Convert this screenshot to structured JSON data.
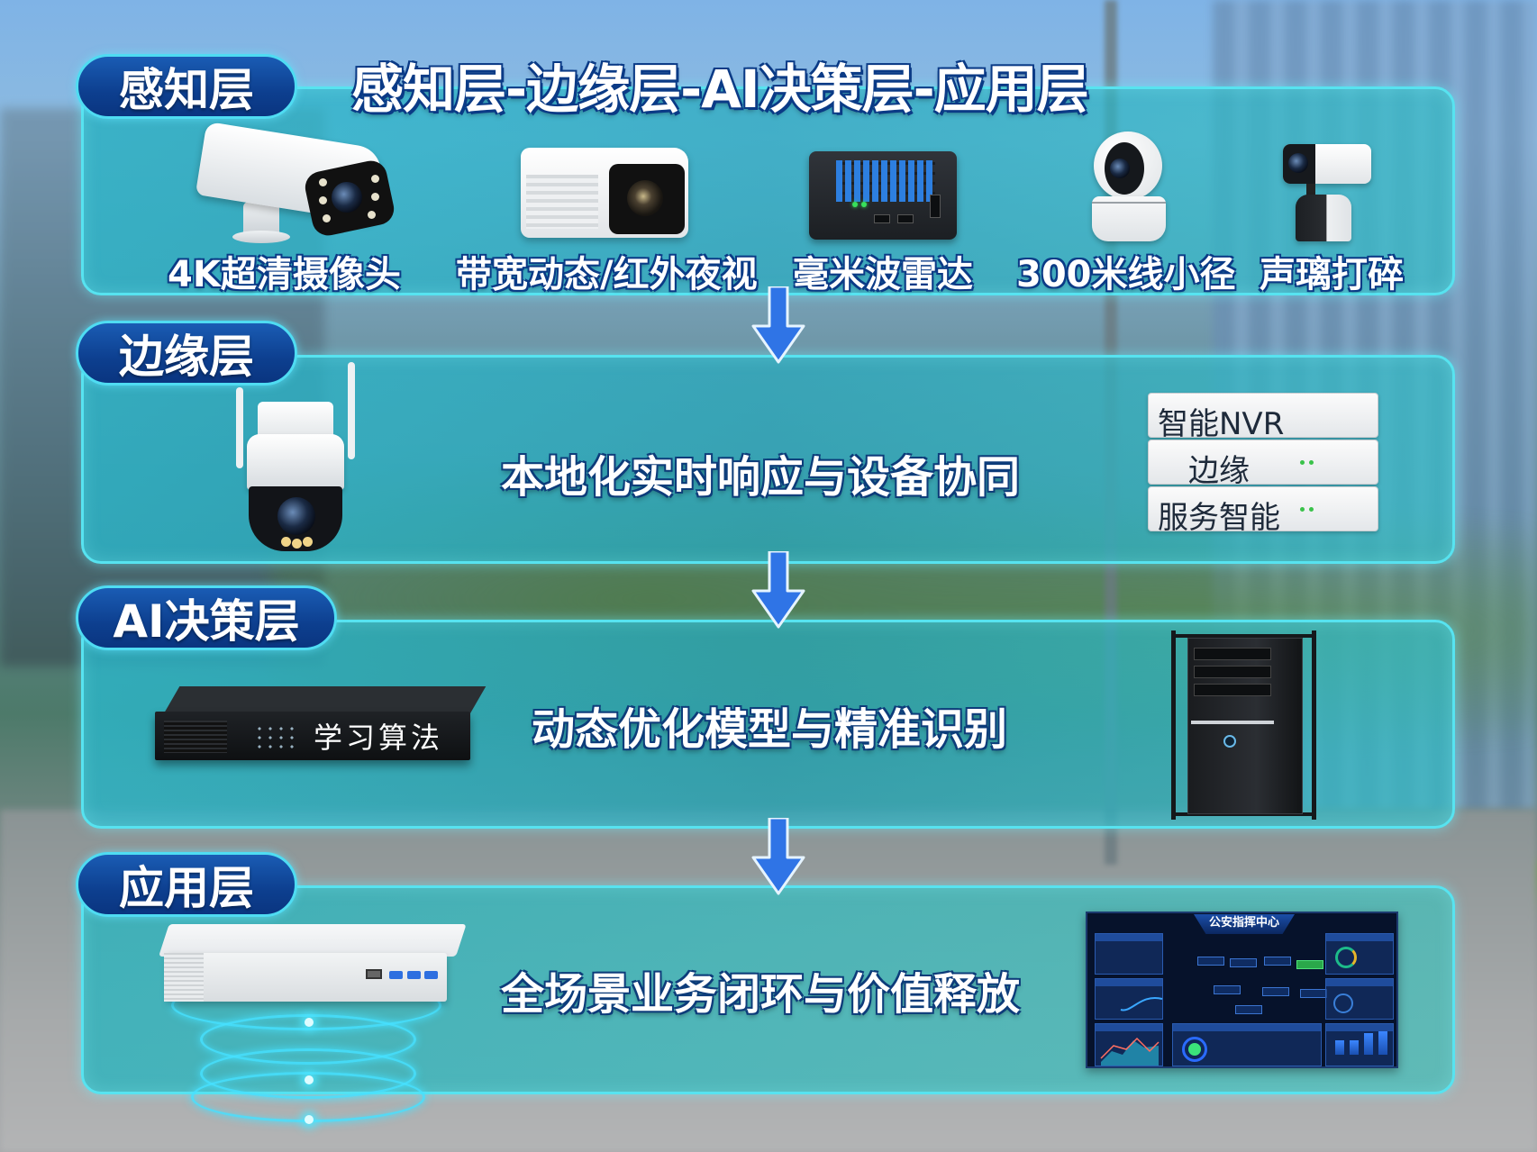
{
  "diagram": {
    "title": "感知层-边缘层-AI决策层-应用层",
    "flow_arrow_icon": "arrow-down-icon",
    "layers": [
      {
        "id": "perception",
        "label": "感知层",
        "devices": [
          {
            "label": "4K超清摄像头",
            "icon": "bullet-camera-icon"
          },
          {
            "label": "带宽动态/红外夜视",
            "icon": "box-camera-icon"
          },
          {
            "label": "毫米波雷达",
            "icon": "radar-device-icon"
          },
          {
            "label": "300米线小径",
            "icon": "dome-camera-icon"
          },
          {
            "label": "声璃打碎",
            "icon": "compact-camera-icon"
          }
        ]
      },
      {
        "id": "edge",
        "label": "边缘层",
        "description": "本地化实时响应与设备协同",
        "devices": [
          {
            "label": "",
            "icon": "ptz-camera-icon"
          },
          {
            "label": "",
            "icon": "nvr-stack-icon",
            "lines": [
              "智能NVR",
              "边缘",
              "服务智能"
            ]
          }
        ]
      },
      {
        "id": "ai-decision",
        "label": "AI决策层",
        "description": "动态优化模型与精准识别",
        "devices": [
          {
            "label": "学习算法",
            "icon": "rack-server-icon"
          },
          {
            "label": "",
            "icon": "tower-server-icon"
          }
        ]
      },
      {
        "id": "application",
        "label": "应用层",
        "description": "全场景业务闭环与价值释放",
        "devices": [
          {
            "label": "",
            "icon": "mini-pc-wireless-icon"
          },
          {
            "label": "",
            "icon": "dashboard-screen-icon",
            "screen_title": "公安指挥中心"
          }
        ]
      }
    ]
  },
  "colors": {
    "panel_border": "#57e3f0",
    "panel_fill": "#2ab9cd",
    "pill_fill": "#0d3f8f",
    "arrow": "#2f74e6",
    "text_outline": "#0a3a86"
  }
}
